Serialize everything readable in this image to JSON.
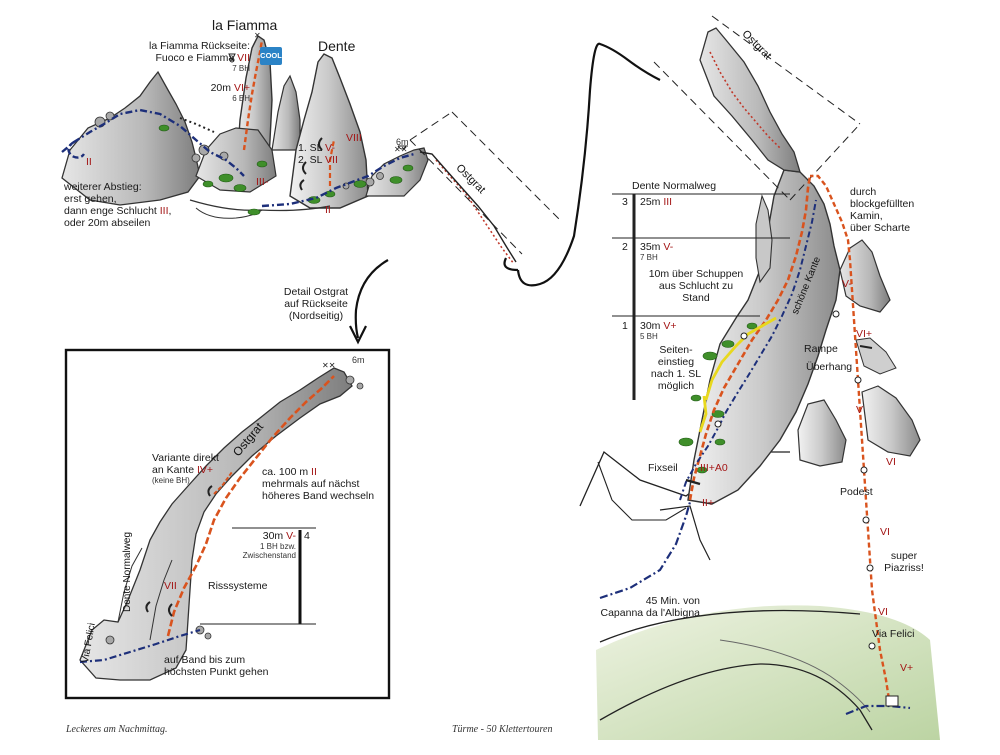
{
  "peaks": {
    "fiamma": "la Fiamma",
    "dente": "Dente"
  },
  "labels": {
    "fiamma_back_line1": "la Fiamma Rückseite:",
    "fiamma_back_line2_pre": "Fuoco e Fiamma ",
    "fiamma_back_line2_grade": "VII",
    "bh7": "7 BH",
    "pitch_20m_pre": "20m ",
    "pitch_20m_grade": "VI+",
    "bh6": "6 BH",
    "cool_badge": "COOL",
    "sl1_pre": "1. SL ",
    "sl1_grade": "V-",
    "sl2_pre": "2. SL ",
    "sl2_grade": "VII",
    "grade_viii": "VIII",
    "grade_ii_left": "II",
    "grade_iii_left": "III-",
    "grade_ii_mid": "II",
    "six_m_top": "6m",
    "ostgrat_top": "Ostgrat",
    "descent_line1": "weiterer Abstieg:",
    "descent_line2": "erst gehen,",
    "descent_line3_pre": "dann enge Schlucht ",
    "descent_line3_grade": "III",
    "descent_line3_post": ",",
    "descent_line4": "oder 20m abseilen",
    "detail_line1": "Detail Ostgrat",
    "detail_line2": "auf Rückseite",
    "detail_line3": "(Nordseitig)",
    "ostgrat_right": "Ostgrat",
    "normalweg_title": "Dente Normalweg",
    "row3_num": "3",
    "row3_pre": "25m ",
    "row3_grade": "III",
    "row2_num": "2",
    "row2_pre": "35m ",
    "row2_grade": "V-",
    "row2_bh": "7 BH",
    "row2_note_line1": "10m über Schuppen",
    "row2_note_line2": "aus Schlucht zu",
    "row2_note_line3": "Stand",
    "row1_num": "1",
    "row1_pre": "30m ",
    "row1_grade": "V+",
    "row1_bh": "5 BH",
    "side_entry_line1": "Seiten-",
    "side_entry_line2": "einstieg",
    "side_entry_line3": "nach 1. SL",
    "side_entry_line4": "möglich",
    "fixseil": "Fixseil",
    "grade_iii_a0": "III+A0",
    "grade_ii_plus": "II+",
    "chimney_line1": "durch",
    "chimney_line2": "blockgefüllten",
    "chimney_line3": "Kamin,",
    "chimney_line4": "über Scharte",
    "schoene_kante": "schöne Kante",
    "grade_v_minus_r": "V-",
    "grade_vi_plus_r": "VI+",
    "rampe": "Rampe",
    "ueberhang": "Überhang",
    "grade_v_r": "V",
    "grade_vi_r1": "VI",
    "podest": "Podest",
    "grade_vi_r2": "VI",
    "super_line1": "super",
    "super_line2": "Piazriss!",
    "grade_vi_r3": "VI",
    "via_felici_r": "Via Felici",
    "grade_v_plus_r": "V+",
    "approach_line1": "45 Min. von",
    "approach_line2": "Capanna da l'Albigna",
    "six_m_inset": "6m",
    "ostgrat_inset": "Ostgrat",
    "variant_line1": "Variante direkt",
    "variant_line2_pre": "an Kante ",
    "variant_line2_grade": "IV+",
    "variant_bh": "(keine BH)",
    "ca100_line1_pre": "ca. 100 m ",
    "ca100_line1_grade": "II",
    "ca100_line2": "mehrmals auf nächst",
    "ca100_line3": "höheres Band wechseln",
    "inset_pitch_pre": "30m ",
    "inset_pitch_grade": "V-",
    "inset_bh_line1": "1 BH bzw.",
    "inset_bh_line2": "Zwischenstand",
    "inset_num": "4",
    "risssysteme": "Risssysteme",
    "dente_normalweg_vert": "Dente Normalweg",
    "via_felici_vert": "Via Felici",
    "grade_vii_inset": "VII",
    "band_line1": "auf Band bis zum",
    "band_line2": "höchsten Punkt gehen"
  },
  "footer": {
    "left": "Leckeres am Nachmittag.",
    "center": "Türme - 50 Klettertouren"
  },
  "colors": {
    "route_orange": "#d9531e",
    "route_blue": "#1d2f7a",
    "route_yellow": "#e8d81e",
    "grade_red": "#a31515",
    "bush_green": "#3f8f2a",
    "cool_blue": "#2b83c6"
  }
}
